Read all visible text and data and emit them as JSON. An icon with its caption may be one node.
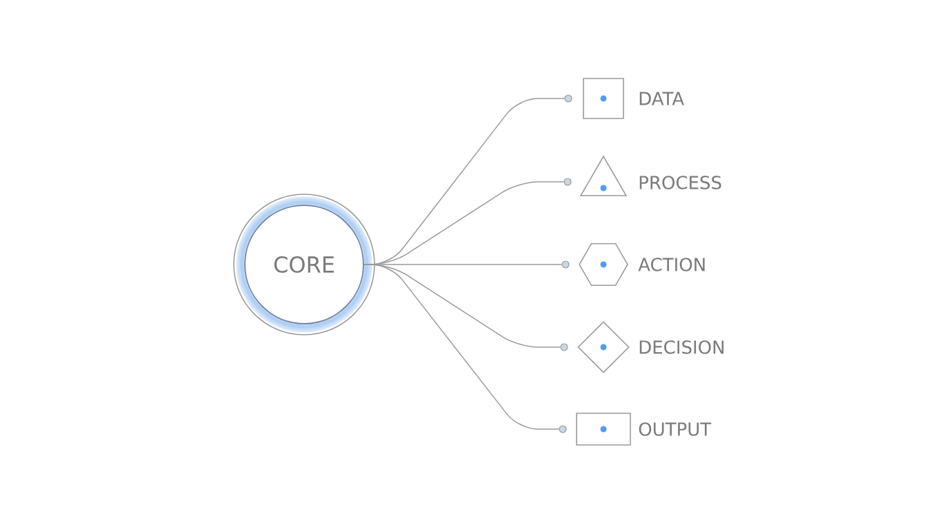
{
  "diagram": {
    "nodes": [
      {
        "text": [
          "CORE"
        ]
      },
      {
        "text": [
          "DATA"
        ]
      },
      {
        "text": [
          "PROCESS"
        ]
      },
      {
        "text": [
          "ACTION"
        ]
      },
      {
        "text": [
          "DECISION"
        ]
      },
      {
        "text": [
          "OUTPUT"
        ]
      },
      {
        "text": [],
        "shape": "circle"
      },
      {
        "text": [],
        "shape": "circle"
      },
      {
        "text": [],
        "shape": "circle"
      },
      {
        "text": [],
        "shape": "circle"
      },
      {
        "text": [],
        "shape": "circle"
      }
    ],
    "edges": [
      {
        "from": 0,
        "to": 6,
        "arrow": "none"
      },
      {
        "from": 0,
        "to": 7,
        "arrow": "none"
      },
      {
        "from": 0,
        "to": 8,
        "arrow": "none"
      },
      {
        "from": 0,
        "to": 9,
        "arrow": "none"
      },
      {
        "from": 0,
        "to": 10,
        "arrow": "none"
      }
    ]
  }
}
